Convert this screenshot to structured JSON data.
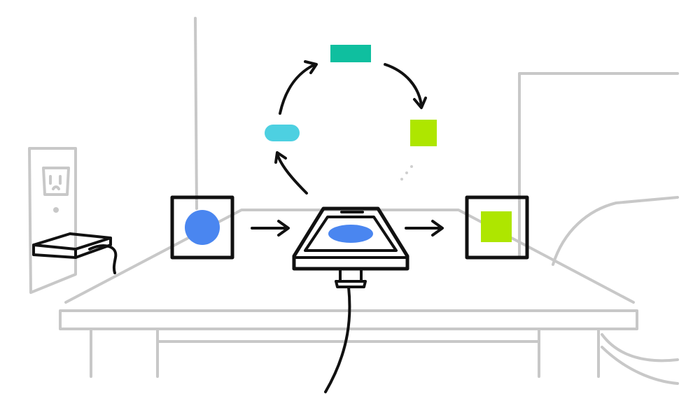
{
  "colors": {
    "background": "#ffffff",
    "room_lines": "#c8c8c8",
    "ink": "#111111",
    "blue": "#4a86f0",
    "teal": "#0fbf9f",
    "cyan": "#4dd0e1",
    "lime": "#aee600",
    "dots": "#cfcfcf"
  },
  "diagram": {
    "input": {
      "icon": "blue-circle-icon",
      "color": "#4a86f0"
    },
    "device": {
      "icon": "phone-icon",
      "screen_shape": "blue-ellipse",
      "color": "#4a86f0"
    },
    "output": {
      "icon": "green-square-icon",
      "color": "#aee600"
    },
    "cycle": [
      {
        "shape": "pill",
        "color": "#4dd0e1"
      },
      {
        "shape": "rectangle",
        "color": "#0fbf9f"
      },
      {
        "shape": "square",
        "color": "#aee600"
      }
    ],
    "flow": [
      "input",
      "device",
      "output"
    ]
  }
}
